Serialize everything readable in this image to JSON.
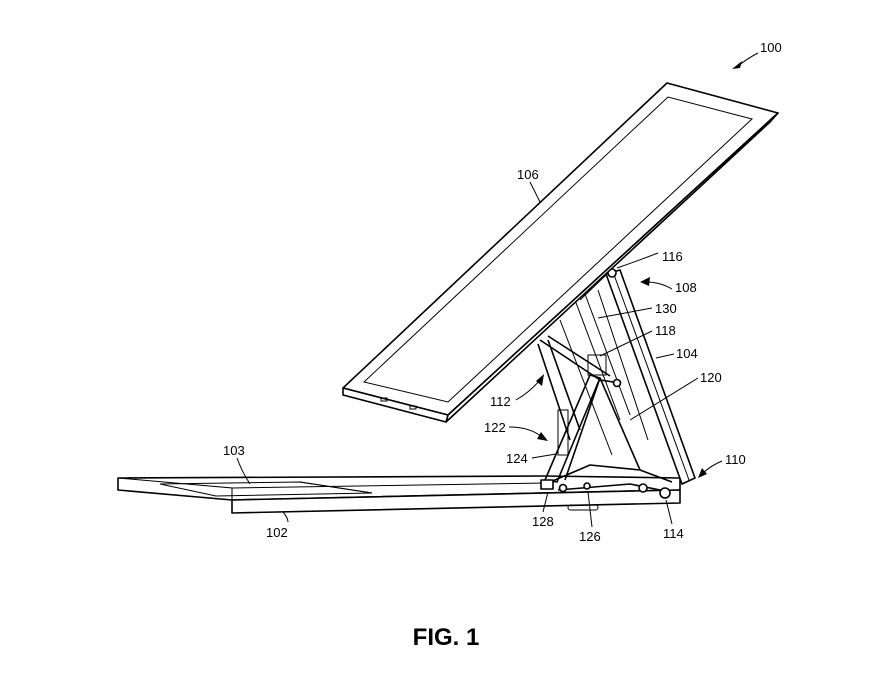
{
  "figure": {
    "caption": "FIG. 1",
    "reference_numerals": {
      "device": "100",
      "base": "102",
      "keyboard_area": "103",
      "support_leg": "104",
      "display": "106",
      "upper_hinge": "108",
      "lower_hinge": "110",
      "linkage_upper": "112",
      "pivot_lower": "114",
      "pivot_upper": "116",
      "link_118": "118",
      "link_120": "120",
      "linkage_lower": "122",
      "link_124": "124",
      "pivot_126": "126",
      "pivot_128": "128",
      "link_130": "130"
    }
  }
}
